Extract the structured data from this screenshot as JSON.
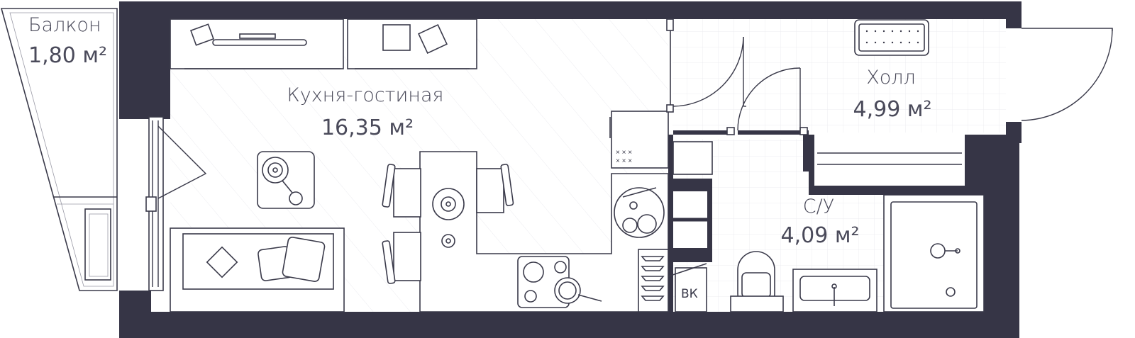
{
  "plan": {
    "colors": {
      "wall": "#363546",
      "line": "#3a3a4a",
      "text": "#4a4a5a",
      "background": "#ffffff"
    },
    "rooms": {
      "balcony": {
        "name": "Балкон",
        "area": "1,80 м²"
      },
      "kitchen_living": {
        "name": "Кухня-гостиная",
        "area": "16,35 м²"
      },
      "hall": {
        "name": "Холл",
        "area": "4,99 м²"
      },
      "bathroom": {
        "name": "С/У",
        "area": "4,09 м²"
      }
    },
    "labels": {
      "riser": "ВК"
    },
    "icons": [
      "shelf-icon",
      "armchair-icon",
      "plant-icon",
      "dining-table-icon",
      "chair-icon",
      "sofa-icon",
      "stove-icon",
      "sink-icon",
      "fridge-icon",
      "washing-machine-icon",
      "toilet-icon",
      "shower-icon",
      "radiator-icon",
      "door-swing-icon"
    ]
  }
}
